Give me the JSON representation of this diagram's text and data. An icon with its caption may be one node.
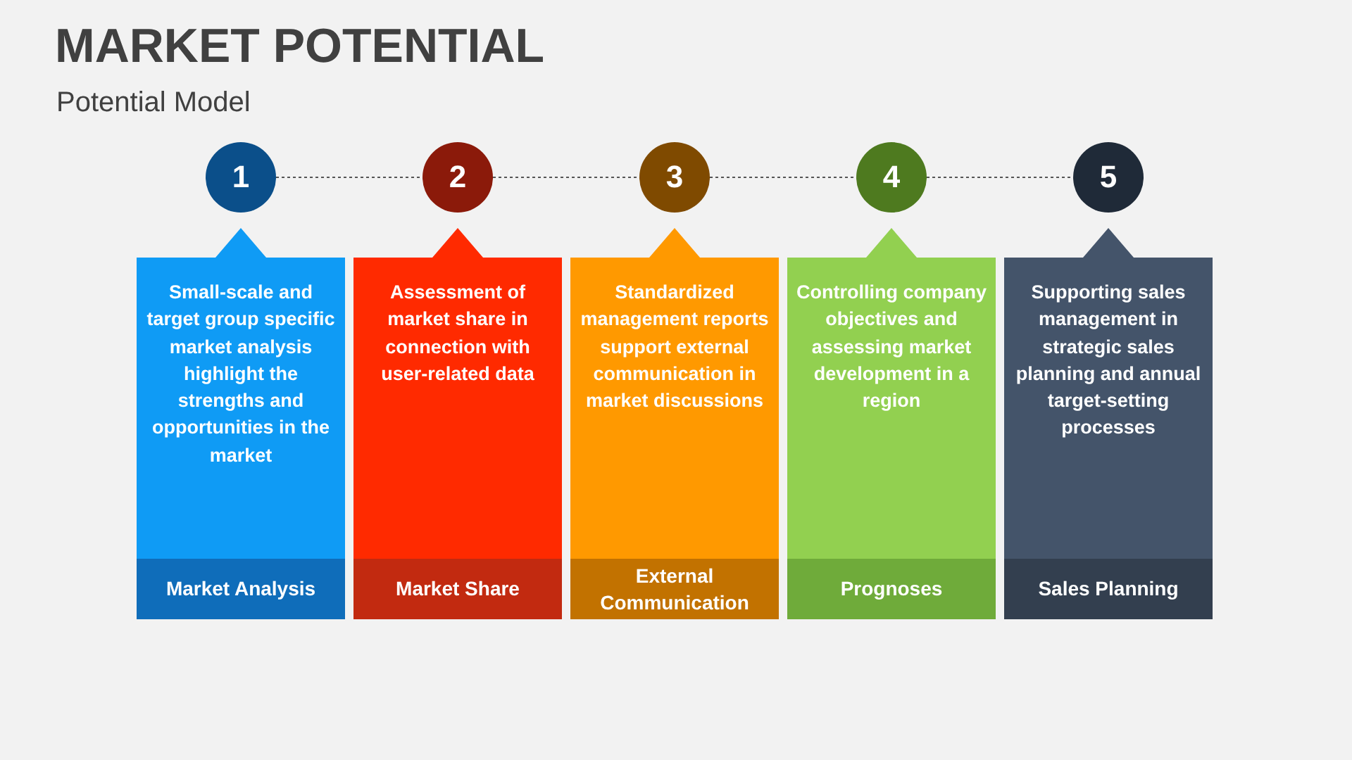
{
  "diagram": {
    "title": "MARKET POTENTIAL",
    "caption": "Potential Model",
    "nodes": [
      {
        "text": [
          "1"
        ]
      },
      {
        "text": [
          "2"
        ]
      },
      {
        "text": [
          "3"
        ]
      },
      {
        "text": [
          "4"
        ]
      },
      {
        "text": [
          "5"
        ]
      },
      {
        "text": [
          "Small-scale and target group specific market analysis highlight the strengths and opportunities in the market",
          "Market Analysis"
        ]
      },
      {
        "text": [
          "Assessment of market share in connection with user-related data",
          "Market Share"
        ]
      },
      {
        "text": [
          "Standardized management reports support external communication in market discussions",
          "External Communication"
        ]
      },
      {
        "text": [
          "Controlling company objectives and assessing market development in a region",
          "Prognoses"
        ]
      },
      {
        "text": [
          "Supporting sales management in strategic sales planning and annual target-setting processes",
          "Sales Planning"
        ]
      }
    ],
    "edges": [
      {
        "from": 0,
        "to": 1,
        "arrow": "none",
        "style": "dashed"
      },
      {
        "from": 1,
        "to": 2,
        "arrow": "none",
        "style": "dashed"
      },
      {
        "from": 2,
        "to": 3,
        "arrow": "none",
        "style": "dashed"
      },
      {
        "from": 3,
        "to": 4,
        "arrow": "none",
        "style": "dashed"
      }
    ]
  }
}
